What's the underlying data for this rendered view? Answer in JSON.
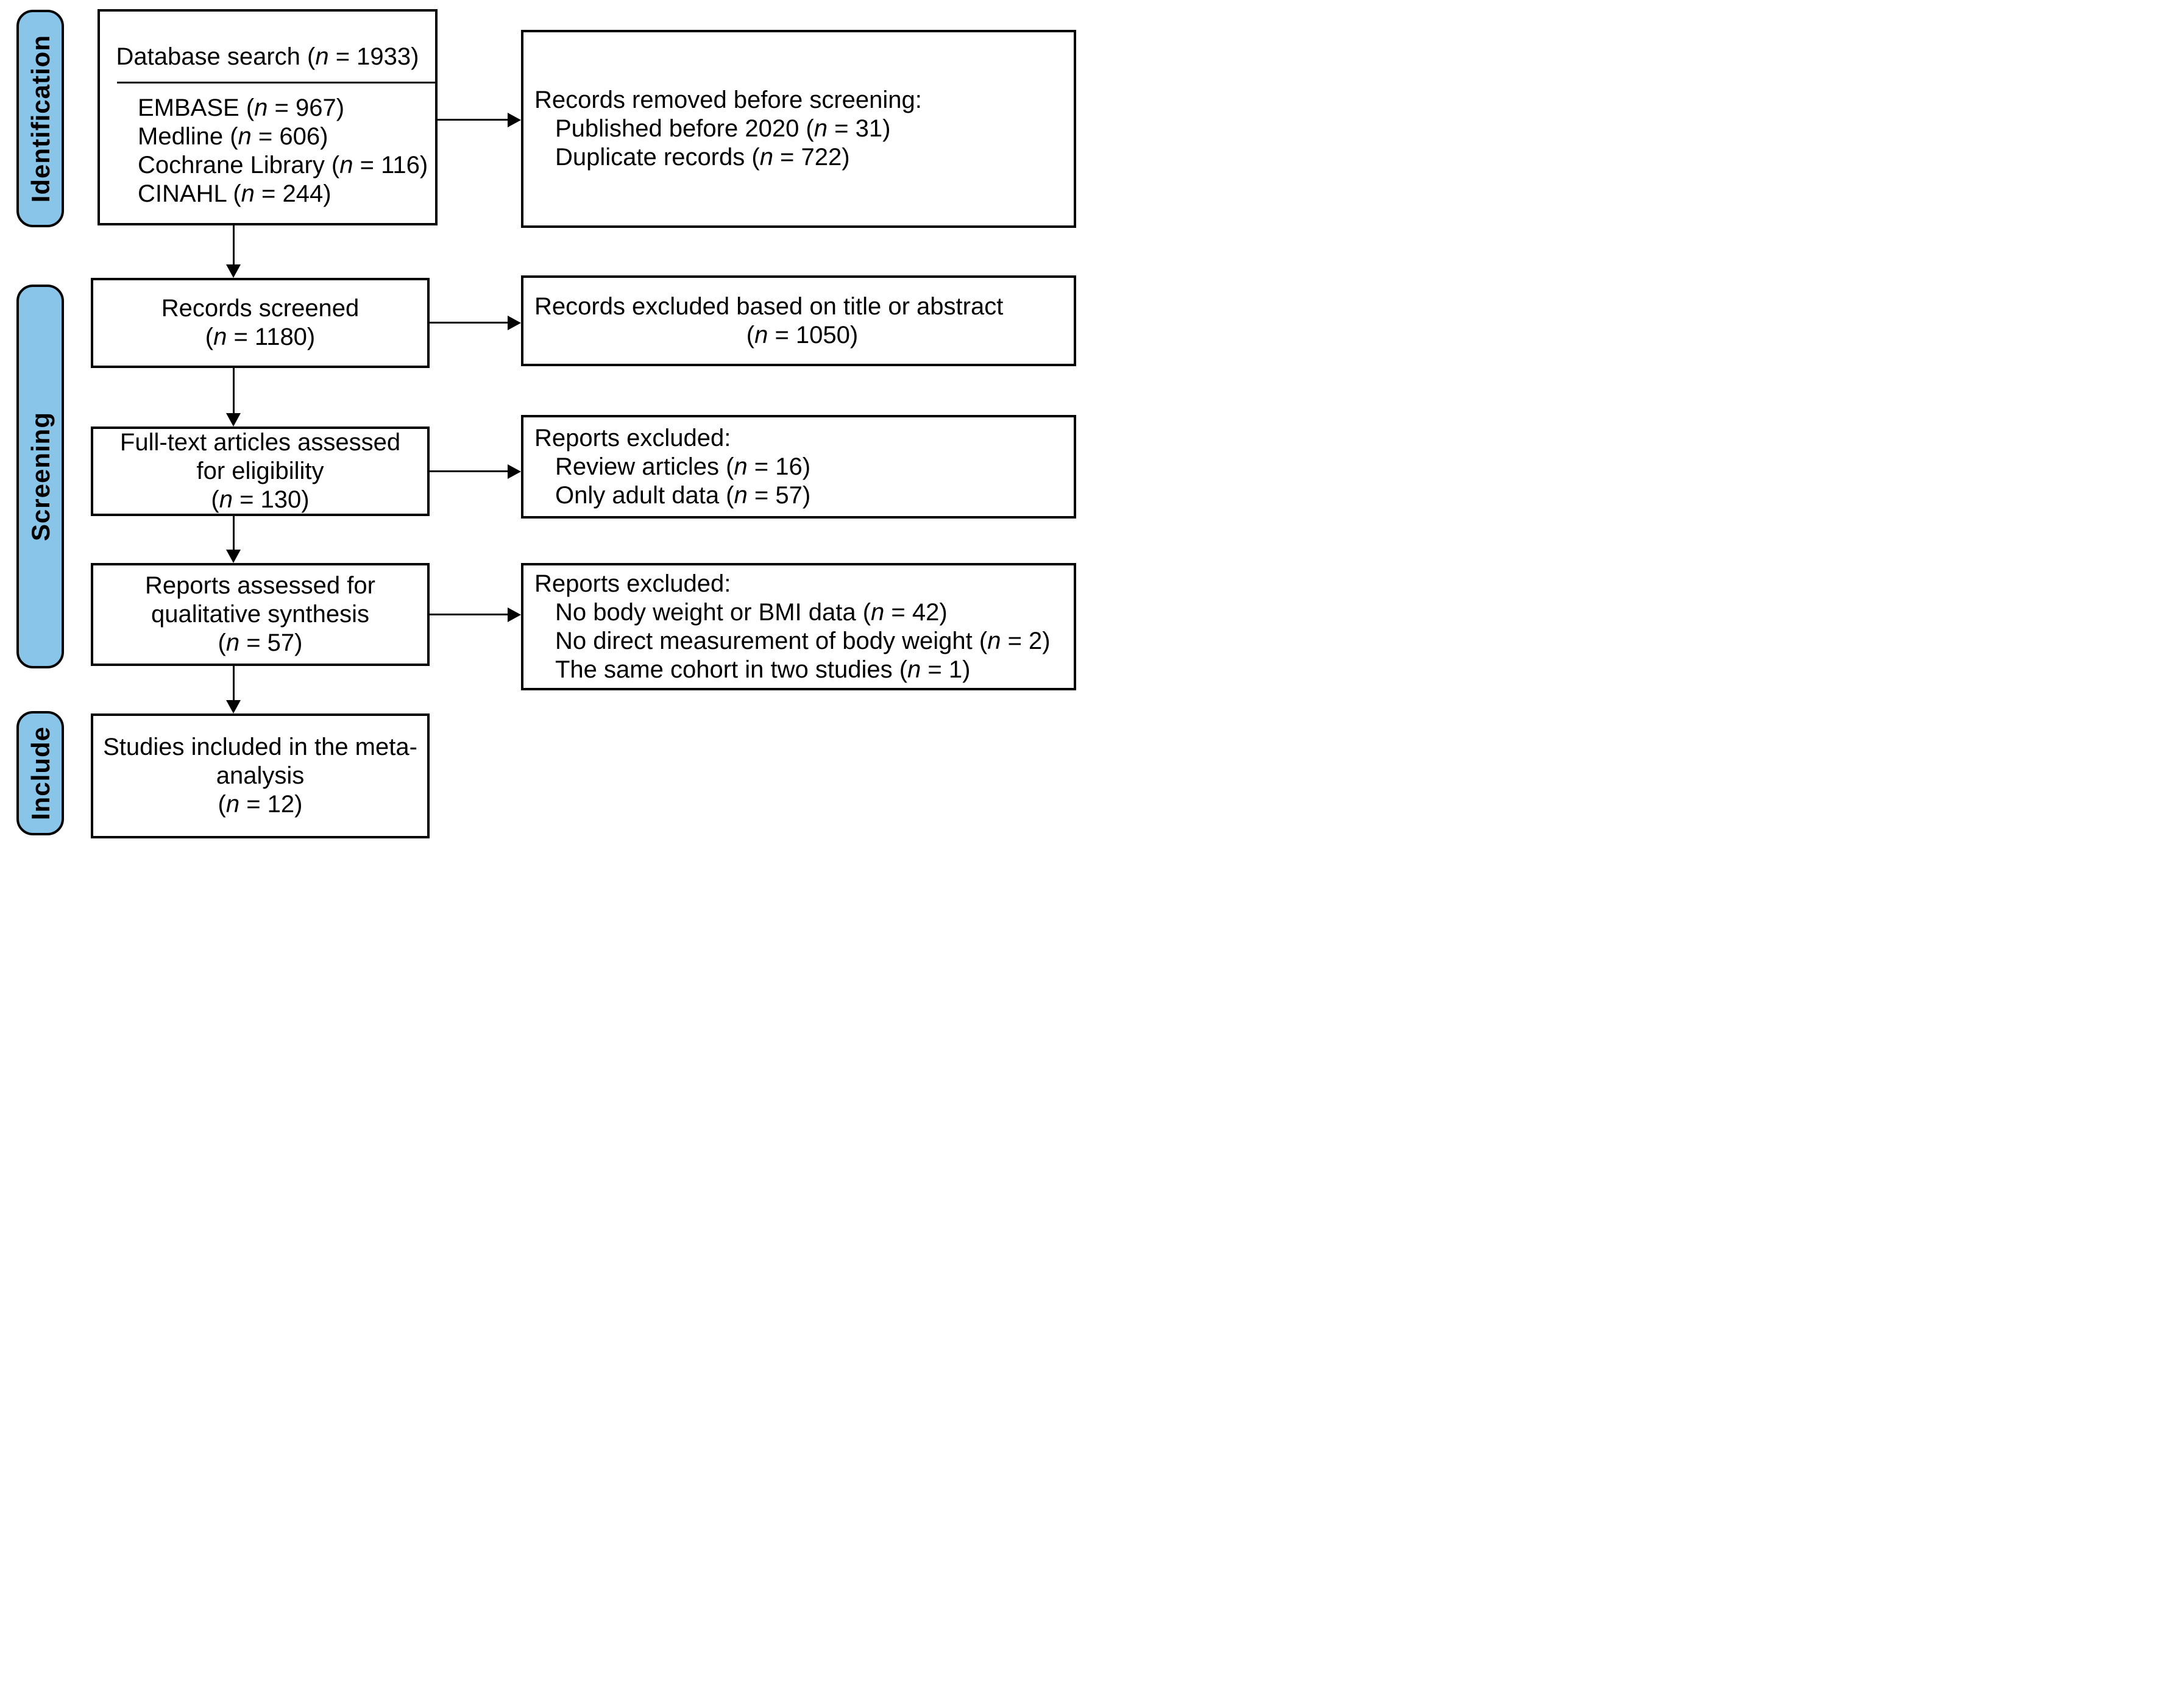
{
  "figure": {
    "type": "PRISMA flow diagram",
    "colors": {
      "stage_fill": "#89C4E9",
      "box_border": "#000000",
      "background": "#FFFFFF"
    },
    "stages": [
      {
        "label": "Identification"
      },
      {
        "label": "Screening"
      },
      {
        "label": "Include"
      }
    ],
    "boxes": {
      "database_search": {
        "title": "Database search (n = 1933)",
        "items": [
          "EMBASE (n = 967)",
          "Medline (n = 606)",
          "Cochrane Library (n = 116)",
          "CINAHL (n = 244)"
        ]
      },
      "records_removed": {
        "title": "Records removed before screening:",
        "items": [
          "Published before 2020 (n = 31)",
          "Duplicate records (n = 722)"
        ]
      },
      "records_screened": {
        "lines": [
          "Records screened",
          "(n = 1180)"
        ]
      },
      "records_excluded": {
        "lines": [
          "Records excluded based on title or abstract",
          "(n = 1050)"
        ]
      },
      "fulltext_assessed": {
        "lines": [
          "Full-text articles assessed",
          "for eligibility",
          "(n = 130)"
        ]
      },
      "reports_excluded_fulltext": {
        "title": "Reports excluded:",
        "items": [
          "Review articles (n = 16)",
          "Only adult data (n = 57)"
        ]
      },
      "reports_assessed": {
        "lines": [
          "Reports assessed for",
          "qualitative synthesis",
          "(n = 57)"
        ]
      },
      "reports_excluded_synthesis": {
        "title": "Reports excluded:",
        "items": [
          "No body weight or BMI data (n = 42)",
          "No direct measurement of body weight (n = 2)",
          "The same cohort in two studies (n = 1)"
        ]
      },
      "studies_included": {
        "lines": [
          "Studies included in the meta-",
          "analysis",
          "(n = 12)"
        ]
      }
    }
  }
}
